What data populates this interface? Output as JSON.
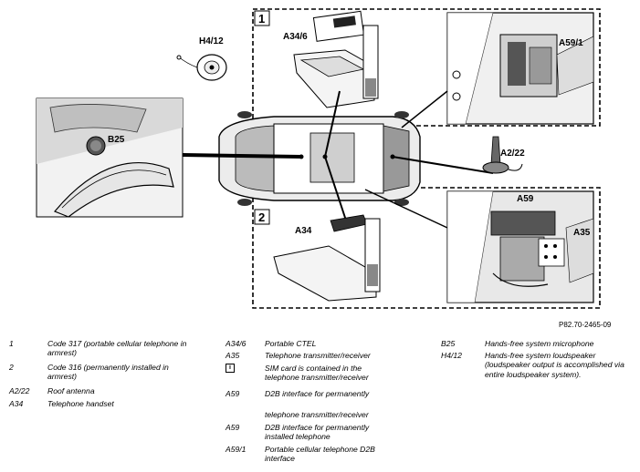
{
  "diagram": {
    "labels": {
      "box1": "1",
      "box2": "2",
      "h4_12": "H4/12",
      "a34_6": "A34/6",
      "a59_1": "A59/1",
      "b25": "B25",
      "a2_22": "A2/22",
      "a59": "A59",
      "a35": "A35",
      "a34": "A34"
    }
  },
  "reference": "P82.70-2465-09",
  "legend": {
    "col1": [
      {
        "code": "1",
        "desc": "Code 317 (portable cellular telephone in armrest)"
      },
      {
        "code": "2",
        "desc": "Code 316 (permanently installed in armrest)"
      },
      {
        "code": "A2/22",
        "desc": "Roof antenna"
      },
      {
        "code": "A34",
        "desc": "Telephone handset"
      }
    ],
    "col2": [
      {
        "code": "A34/6",
        "desc": "Portable CTEL"
      },
      {
        "code": "A35",
        "desc": "Telephone transmitter/receiver"
      },
      {
        "code": "i",
        "desc": "SIM card is contained in the telephone transmitter/receiver"
      },
      {
        "code": "A59",
        "desc": "D2B interface for permanently"
      },
      {
        "code": "",
        "desc": "telephone transmitter/receiver"
      },
      {
        "code": "A59",
        "desc": "D2B interface for permanently installed telephone"
      },
      {
        "code": "A59/1",
        "desc": "Portable cellular telephone D2B interface"
      }
    ],
    "col3": [
      {
        "code": "B25",
        "desc": "Hands-free system microphone"
      },
      {
        "code": "H4/12",
        "desc": "Hands-free system loudspeaker (loudspeaker output is accomplished via entire loudspeaker system)."
      }
    ]
  }
}
